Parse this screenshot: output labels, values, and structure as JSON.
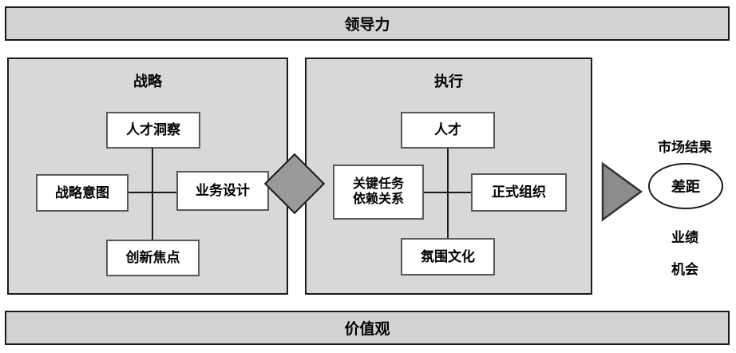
{
  "diagram": {
    "title_top": "领导力",
    "title_bottom": "价值观"
  },
  "panels": {
    "strategy": {
      "title": "战略",
      "nodes": {
        "talent_insight": "人才洞察",
        "strategic_intent": "战略意图",
        "business_design": "业务设计",
        "innovation_focus": "创新焦点"
      }
    },
    "execution": {
      "title": "执行",
      "nodes": {
        "talent": "人才",
        "key_task_dependency": "关键任务\n依赖关系",
        "key_task_dependency_line1": "关键任务",
        "key_task_dependency_line2": "依赖关系",
        "formal_organization": "正式组织",
        "culture": "氛围文化"
      }
    }
  },
  "market_results": {
    "title": "市场结果",
    "gap": "差距",
    "performance": "业绩",
    "opportunity": "机会"
  },
  "shapes": {
    "center_diamond": "diamond-connector",
    "market_arrow": "right-triangle-arrow"
  },
  "colors": {
    "banner_fill": "#d2d2d2",
    "panel_fill": "#d8d8d8",
    "node_fill": "#ffffff",
    "diamond_fill": "#9a9a9a",
    "arrow_fill": "#8c8c8c",
    "outline": "#1a1a1a",
    "node_outline": "#595959"
  }
}
